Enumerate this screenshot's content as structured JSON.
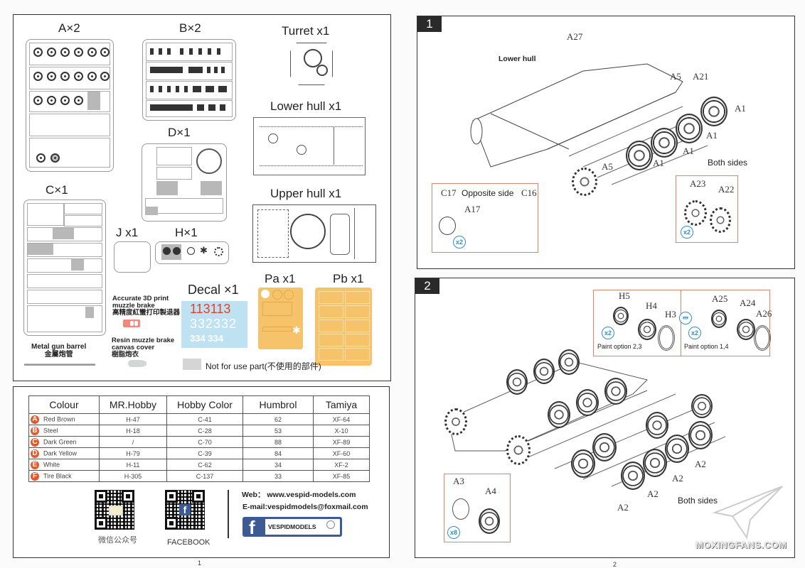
{
  "page1": {
    "parts": {
      "a": "A×2",
      "b": "B×2",
      "turret": "Turret  x1",
      "lower_hull": "Lower hull  x1",
      "d": "D×1",
      "upper_hull": "Upper hull  x1",
      "c": "C×1",
      "j": "J x1",
      "h": "H×1",
      "decal": "Decal ×1",
      "pa": "Pa x1",
      "pb": "Pb x1"
    },
    "muzzle_3d": {
      "line1": "Accurate 3D print",
      "line2": "muzzle brake",
      "line3": "高精度紅蠻打印製退器"
    },
    "resin_cover": {
      "line1": "Resin muzzle brake",
      "line2": "canvas cover",
      "line3": "樹脂炮衣"
    },
    "metal_barrel": {
      "line1": "Metal gun barrel",
      "line2": "金屬炮管"
    },
    "decal_rows": [
      "113113",
      "332332",
      "334 334"
    ],
    "not_for_use": "Not for use part(不使用的部件)",
    "paint_table": {
      "headers": [
        "Colour",
        "MR.Hobby",
        "Hobby Color",
        "Humbrol",
        "Tamiya"
      ],
      "rows": [
        {
          "badge": "A",
          "colour": "Red Brown",
          "mrhobby": "H-47",
          "hobbycolor": "C-41",
          "humbrol": "62",
          "tamiya": "XF-64"
        },
        {
          "badge": "B",
          "colour": "Steel",
          "mrhobby": "H-18",
          "hobbycolor": "C-28",
          "humbrol": "53",
          "tamiya": "X-10"
        },
        {
          "badge": "C",
          "colour": "Dark Green",
          "mrhobby": "/",
          "hobbycolor": "C-70",
          "humbrol": "88",
          "tamiya": "XF-89"
        },
        {
          "badge": "D",
          "colour": "Dark Yellow",
          "mrhobby": "H-79",
          "hobbycolor": "C-39",
          "humbrol": "84",
          "tamiya": "XF-60"
        },
        {
          "badge": "E",
          "colour": "White",
          "mrhobby": "H-11",
          "hobbycolor": "C-62",
          "humbrol": "34",
          "tamiya": "XF-2"
        },
        {
          "badge": "F",
          "colour": "Tire Black",
          "mrhobby": "H-305",
          "hobbycolor": "C-137",
          "humbrol": "33",
          "tamiya": "XF-85"
        }
      ]
    },
    "contact": {
      "wechat_label": "微信公众号",
      "facebook_label": "FACEBOOK",
      "web": "Web： www.vespid-models.com",
      "email": "E-mail:vespidmodels@foxmail.com",
      "fb_search": "VESPIDMODELS",
      "fb_letter": "f"
    },
    "page_number": "1"
  },
  "page2": {
    "step1": {
      "number": "1",
      "lower_hull": "Lower hull",
      "labels": {
        "a27": "A27",
        "a5": "A5",
        "a21": "A21",
        "a1": "A1",
        "a5b": "A5",
        "c16": "C16",
        "c17": "C17",
        "a17": "A17",
        "a23": "A23",
        "a22": "A22"
      },
      "both_sides": "Both sides",
      "opposite_side": "Opposite side",
      "qty_x2": "x2"
    },
    "step2": {
      "number": "2",
      "labels": {
        "h5": "H5",
        "h4": "H4",
        "h3": "H3",
        "a25": "A25",
        "a24": "A24",
        "a26": "A26",
        "a2": "A2",
        "a3": "A3",
        "a4": "A4"
      },
      "paint_opt_a": "Paint option 2,3",
      "paint_opt_b": "Paint option 1,4",
      "qty_x2": "x2",
      "qty_x8": "x8",
      "both_sides": "Both sides"
    },
    "page_number": "2",
    "watermark": "MOXINGFANS.COM"
  },
  "colors": {
    "badge": "#e8562a",
    "callout": "#d9866a",
    "qty": "#2e8fc8",
    "decal_bg": "#bfe2f2",
    "decal_red": "#e0432a",
    "photoetch": "#f6c36a",
    "facebook": "#3b5a96"
  }
}
